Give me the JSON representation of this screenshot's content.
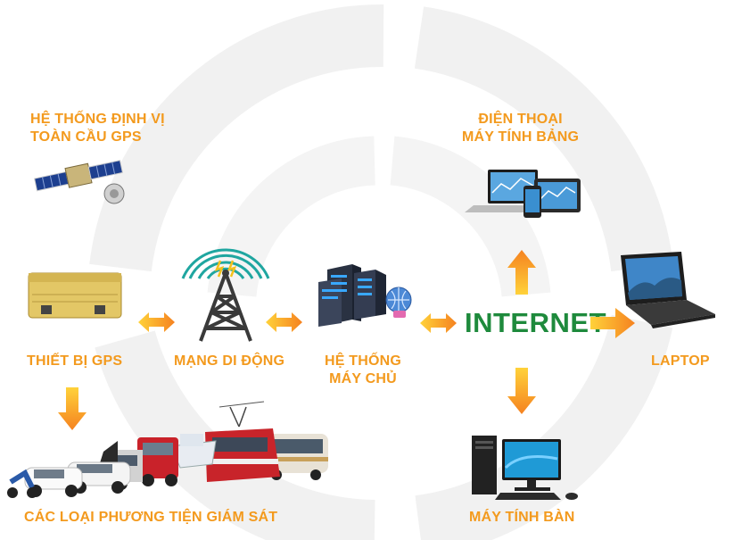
{
  "colors": {
    "label": "#f39a1e",
    "internet": "#1e8a3c",
    "arrow_light": "#ffd23a",
    "arrow_dark": "#f58220"
  },
  "labels": {
    "gps_system_line1": "HỆ THỐNG ĐỊNH VỊ",
    "gps_system_line2": "TOÀN CẦU GPS",
    "gps_device": "THIẾT BỊ GPS",
    "mobile_network": "MẠNG DI ĐỘNG",
    "server_line1": "HỆ THỐNG",
    "server_line2": "MÁY CHỦ",
    "internet": "INTERNET",
    "phone_tablet_line1": "ĐIỆN THOẠI",
    "phone_tablet_line2": "MÁY TÍNH BẢNG",
    "laptop": "LAPTOP",
    "desktop": "MÁY TÍNH BÀN",
    "vehicles": "CÁC LOẠI PHƯƠNG TIỆN GIÁM SÁT"
  },
  "icons": [
    "satellite-icon",
    "gps-device-icon",
    "cell-tower-icon",
    "server-icon",
    "phone-tablet-laptop-icon",
    "laptop-icon",
    "desktop-computer-icon",
    "vehicles-icon"
  ]
}
